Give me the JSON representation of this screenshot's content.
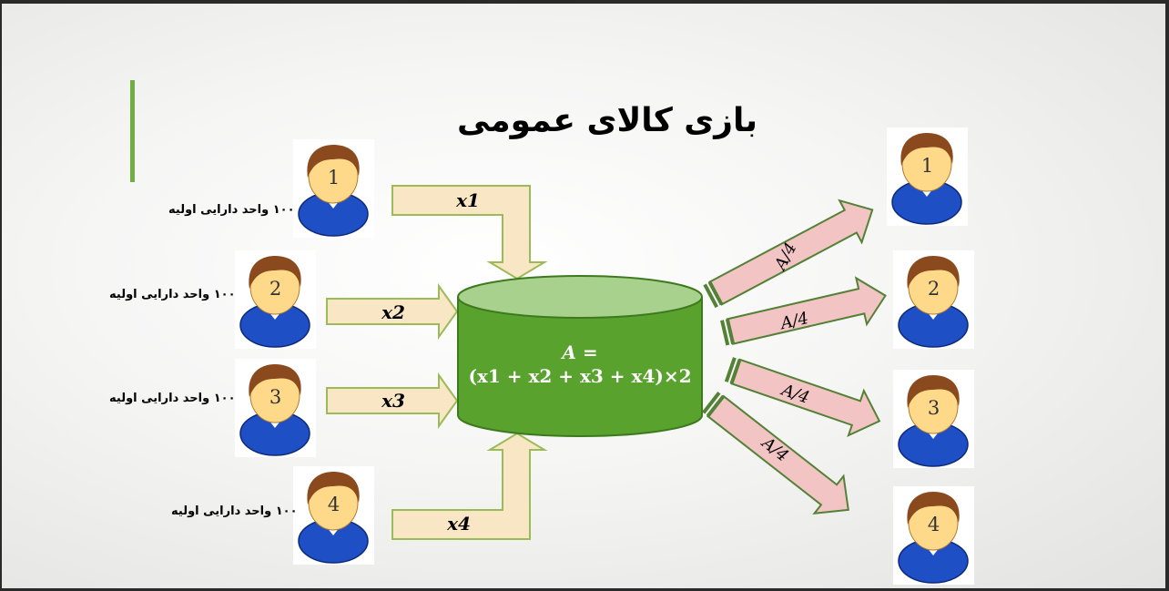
{
  "title": "بازی کالای عمومی",
  "initial_asset_label": "۱۰۰ واحد دارایی اولیه",
  "inputs": [
    {
      "player": "1",
      "contribution": "x1"
    },
    {
      "player": "2",
      "contribution": "x2"
    },
    {
      "player": "3",
      "contribution": "x3"
    },
    {
      "player": "4",
      "contribution": "x4"
    }
  ],
  "pool_formula_line1": "A =",
  "pool_formula_line2": "(x1 + x2 + x3 + x4)×2",
  "outputs": [
    {
      "player": "1",
      "share": "A/4"
    },
    {
      "player": "2",
      "share": "A/4"
    },
    {
      "player": "3",
      "share": "A/4"
    },
    {
      "player": "4",
      "share": "A/4"
    }
  ],
  "colors": {
    "accent": "#70ad47",
    "input_arrow_fill": "#f8e6c4",
    "input_arrow_stroke": "#9bbb59",
    "pool_fill": "#5aa22e",
    "pool_top": "#a9d18e",
    "output_arrow_fill": "#f2c4c4",
    "output_arrow_stroke": "#538135",
    "shirt": "#1f4fc4",
    "hair": "#8b4a1e",
    "face": "#ffd98a"
  }
}
